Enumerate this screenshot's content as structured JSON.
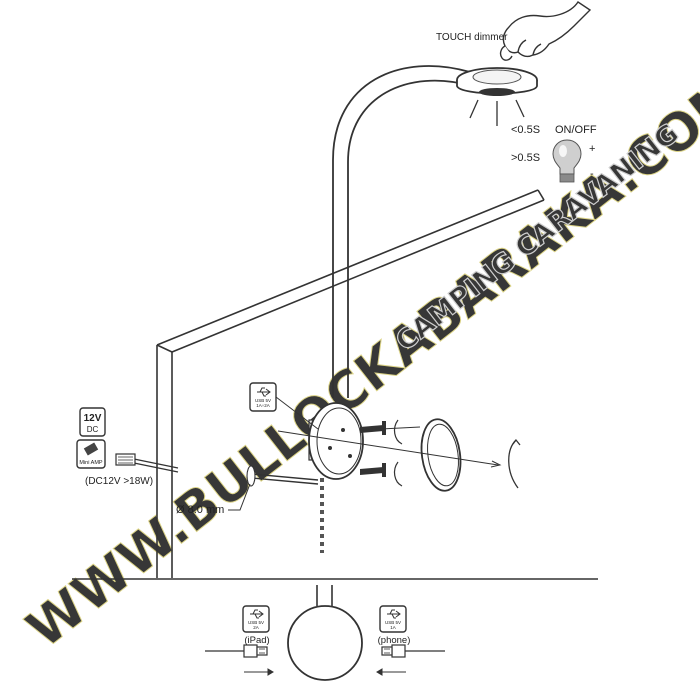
{
  "labels": {
    "touch_dimmer": "TOUCH dimmer",
    "short_press": "<0.5S",
    "long_press": ">0.5S",
    "on_off": "ON/OFF",
    "plus": "+",
    "minus": "-",
    "voltage": "12V",
    "voltage_type": "DC",
    "connector": "Mini AMP",
    "power_spec": "(DC12V >18W)",
    "hole_diameter": "Ø 8.0 mm",
    "usb_base_line1": "USB 5V",
    "usb_base_line2": "1A÷2A",
    "usb_left_line1": "USB 5V",
    "usb_left_line2": "2A",
    "usb_left_device": "(iPad)",
    "usb_right_line1": "USB 5V",
    "usb_right_line2": "1A",
    "usb_right_device": "(phone)"
  },
  "watermark": {
    "main": "WWW.BULLOCKABARAKA.COM",
    "sub": "CAMPING CARAVANING",
    "color": "#f2ecb0"
  },
  "colors": {
    "line": "#333333",
    "fill_gray": "#d9d9d9",
    "dark": "#555555"
  }
}
